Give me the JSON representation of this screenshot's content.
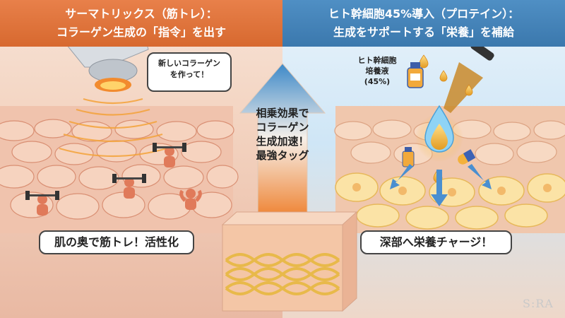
{
  "left_header": {
    "line1": "サーマトリックス（筋トレ）：",
    "line2": "コラーゲン生成の「指令」を出す"
  },
  "right_header": {
    "line1": "ヒト幹細胞45%導入（プロテイン）：",
    "line2": "生成をサポートする「栄養」を補給"
  },
  "speech_bubble": {
    "line1": "新しいコラーゲン",
    "line2": "を作って！"
  },
  "center_text": {
    "line1": "相乗効果で",
    "line2": "コラーゲン",
    "line3": "生成加速！",
    "line4": "最強タッグ"
  },
  "vial_label": {
    "line1": "ヒト幹細胞",
    "line2": "培養液",
    "line3": "(45%)"
  },
  "left_caption": "肌の奥で筋トレ！活性化",
  "right_caption": "深部へ栄養チャージ！",
  "watermark": "S:RA",
  "colors": {
    "left_accent": "#d7692f",
    "right_accent": "#3b78ad",
    "arrow_top": "#3d89c8",
    "arrow_bottom": "#ef8a3e",
    "collagen": "#e8b94a"
  }
}
